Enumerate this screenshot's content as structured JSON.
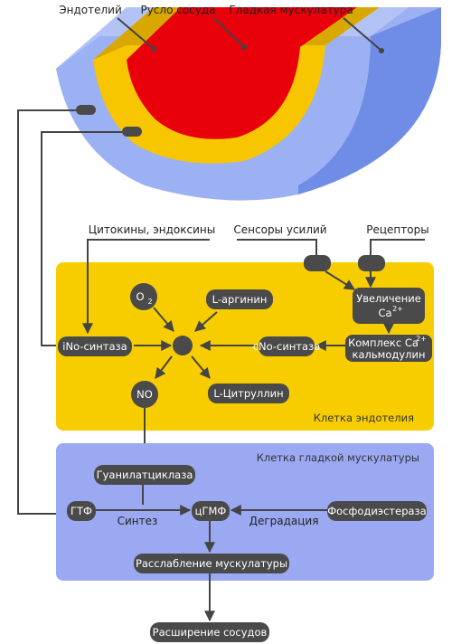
{
  "vessel": {
    "endothelium": "Эндотелий",
    "lumen": "Русло сосуда",
    "smooth_muscle": "Гладкая мускулатура"
  },
  "inputs": {
    "cytokines": "Цитокины, эндоксины",
    "stretch_sensors": "Сенсоры усилий",
    "receptors": "Рецепторы"
  },
  "endothelial_cell": {
    "title": "Клетка эндотелия",
    "o2": "O",
    "o2_sub": "2",
    "l_arginine": "L-аргинин",
    "inos": "iNo-синтаза",
    "cnos": "cNo-синтаза",
    "no": "NO",
    "l_citrulline": "L-Цитруллин",
    "ca_increase_line1": "Увеличение",
    "ca_increase_line2": "Ca",
    "ca_sup": "2+",
    "complex_line1": "Комплекс Ca",
    "complex_sup": "2+",
    "complex_line2": "кальмодулин"
  },
  "smooth_muscle_cell": {
    "title": "Клетка гладкой мускулатуры",
    "guanylate_cyclase": "Гуанилатциклаза",
    "gtp": "ГТФ",
    "cgmp": "цГМФ",
    "phosphodiesterase": "Фосфодиэстераза",
    "synthesis": "Синтез",
    "degradation": "Деградация",
    "relaxation": "Расслабление мускулатуры"
  },
  "result": "Расширение сосудов",
  "colors": {
    "endothelium_yellow": "#f5c800",
    "lumen_red": "#e8000a",
    "smooth_muscle_blue": "#9aaef0",
    "endothelial_box": "#f7cd00",
    "smooth_box": "#9aa9f2",
    "node_dark": "#4a4a4a"
  }
}
